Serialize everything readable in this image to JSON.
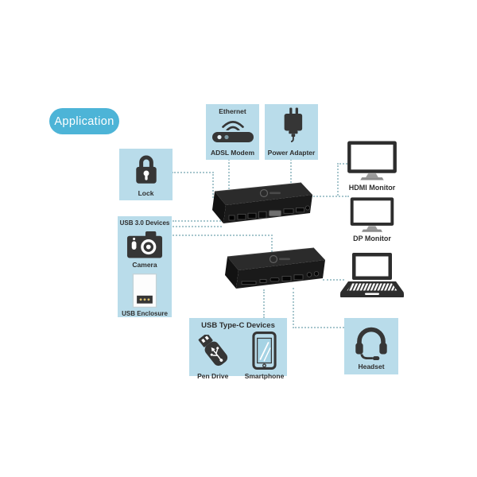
{
  "colors": {
    "pill_bg": "#4db4d7",
    "box_bg": "#b9dcea",
    "icon_dark": "#363636",
    "label_dark": "#2e2e2e",
    "dash": "#a7c6cd",
    "pill_text": "#ffffff"
  },
  "header": {
    "pill_label": "Application"
  },
  "nodes": {
    "lock": {
      "label": "Lock"
    },
    "ethernet_modem": {
      "top_label": "Ethernet",
      "bottom_label": "ADSL Modem"
    },
    "power_adapter": {
      "label": "Power Adapter"
    },
    "hdmi_monitor": {
      "label": "HDMI Monitor"
    },
    "dp_monitor": {
      "label": "DP Monitor"
    },
    "usb30": {
      "header": "USB 3.0 Devices",
      "items": [
        {
          "label": "Camera"
        },
        {
          "label": "USB Enclosure"
        }
      ]
    },
    "usb_typec": {
      "header": "USB Type-C Devices",
      "items": [
        {
          "label": "Pen Drive"
        },
        {
          "label": "Smartphone"
        }
      ]
    },
    "headset": {
      "label": "Headset"
    }
  }
}
